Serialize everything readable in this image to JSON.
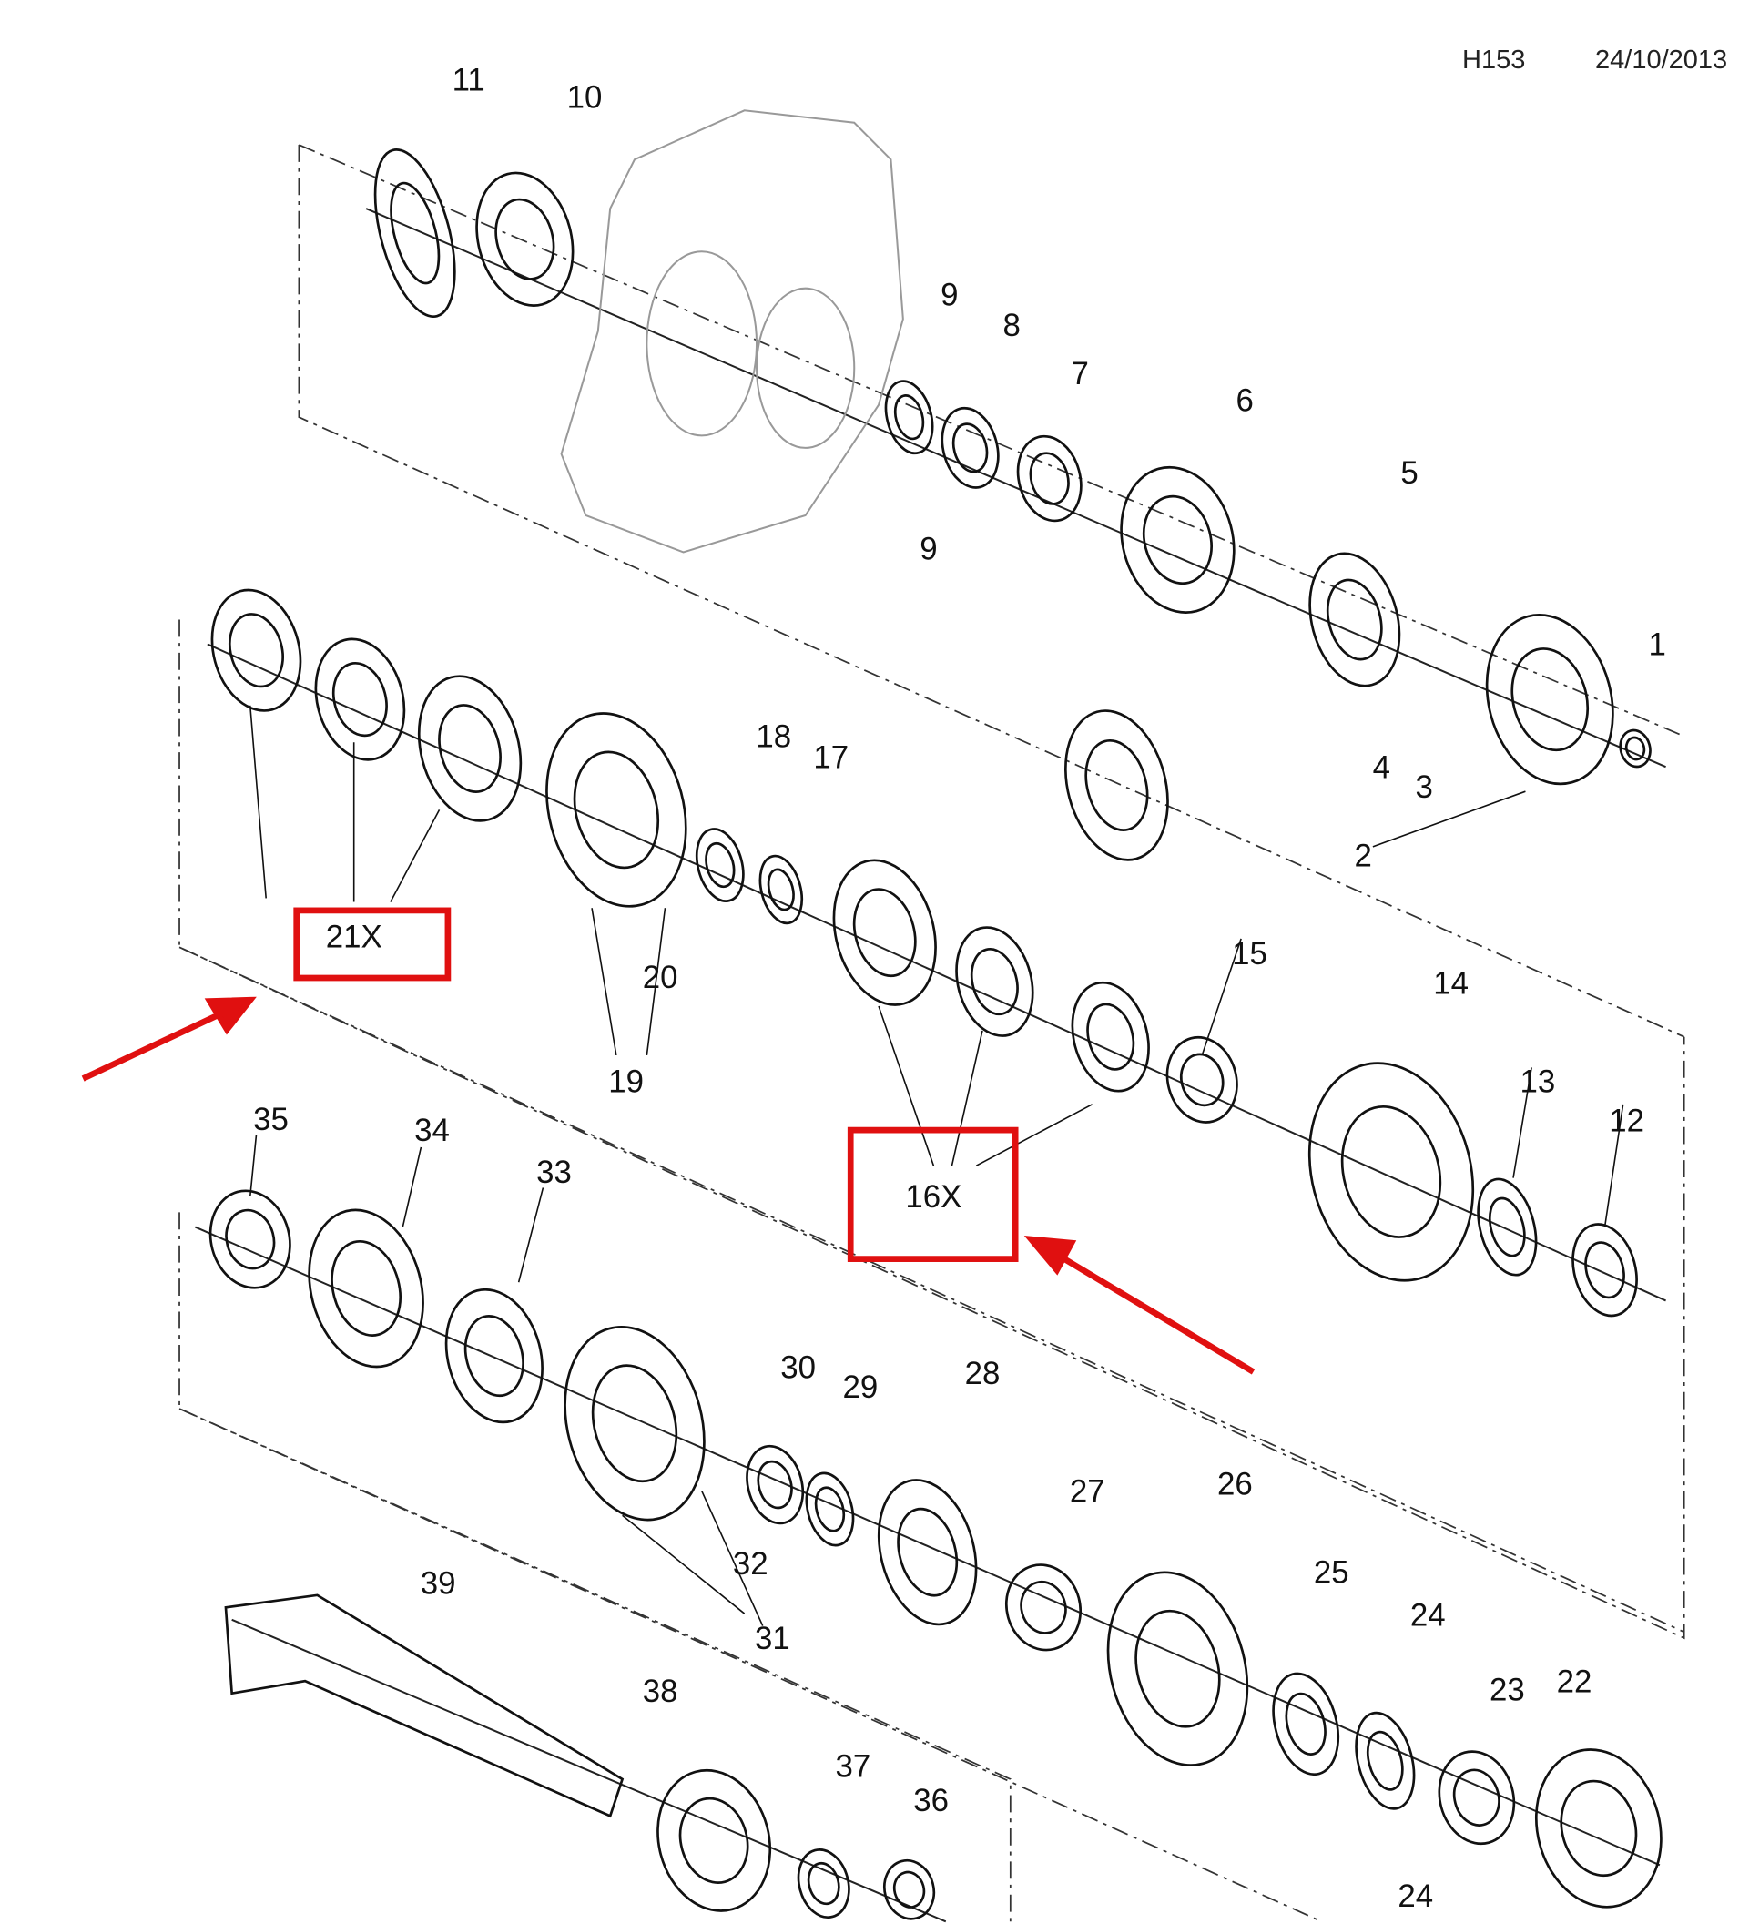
{
  "header": {
    "code": "H153",
    "date": "24/10/2013"
  },
  "callouts": [
    "11",
    "10",
    "9",
    "8",
    "7",
    "6",
    "9",
    "5",
    "1",
    "4",
    "3",
    "2",
    "18",
    "17",
    "20",
    "19",
    "21X",
    "16X",
    "15",
    "14",
    "13",
    "12",
    "35",
    "34",
    "33",
    "30",
    "29",
    "28",
    "27",
    "26",
    "32",
    "31",
    "25",
    "24",
    "23",
    "22",
    "24",
    "39",
    "38",
    "37",
    "36"
  ],
  "highlight_color": "#e01010"
}
